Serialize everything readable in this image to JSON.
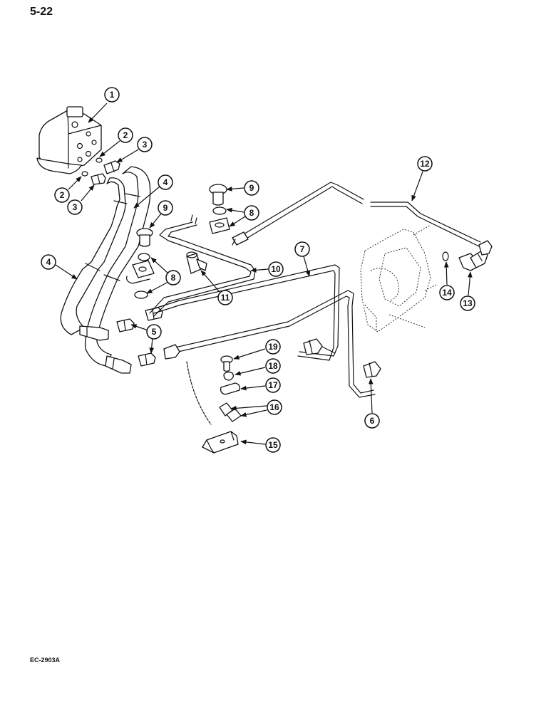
{
  "page": {
    "number": "5-22",
    "figure_code": "EC-2903A"
  },
  "callouts": {
    "c1": "1",
    "c2a": "2",
    "c2b": "2",
    "c3a": "3",
    "c3b": "3",
    "c4a": "4",
    "c4b": "4",
    "c5": "5",
    "c6": "6",
    "c7": "7",
    "c8a": "8",
    "c8b": "8",
    "c9a": "9",
    "c9b": "9",
    "c10": "10",
    "c11": "11",
    "c12": "12",
    "c13": "13",
    "c14": "14",
    "c15": "15",
    "c16": "16",
    "c17": "17",
    "c18": "18",
    "c19": "19"
  }
}
